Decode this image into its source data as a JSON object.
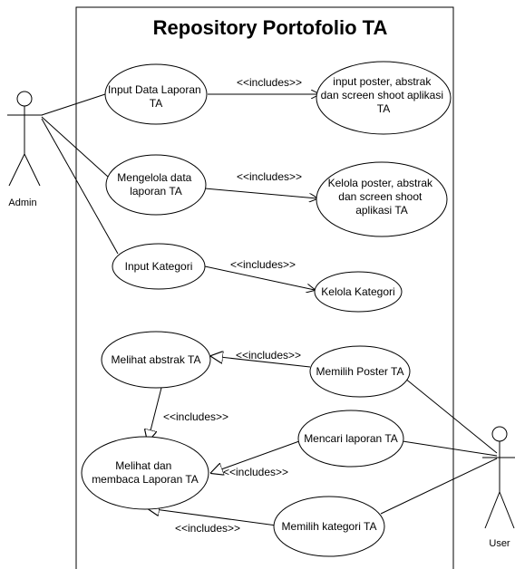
{
  "system": {
    "title": "Repository Portofolio TA"
  },
  "actors": {
    "admin": "Admin",
    "user": "User"
  },
  "use_cases": {
    "uc1": [
      "Input Data Laporan",
      "TA"
    ],
    "uc2": [
      "input poster, abstrak",
      "dan screen shoot aplikasi",
      "TA"
    ],
    "uc3": [
      "Mengelola data",
      "laporan TA"
    ],
    "uc4": [
      "Kelola poster, abstrak",
      "dan screen shoot",
      "aplikasi TA"
    ],
    "uc5": [
      "Input Kategori"
    ],
    "uc6": [
      "Kelola Kategori"
    ],
    "uc7": [
      "Melihat abstrak TA"
    ],
    "uc8": [
      "Memilih Poster TA"
    ],
    "uc9": [
      "Melihat dan",
      "membaca Laporan TA"
    ],
    "uc10": [
      "Mencari laporan TA"
    ],
    "uc11": [
      "Memilih kategori TA"
    ]
  },
  "includes_label": "<<includes>>"
}
